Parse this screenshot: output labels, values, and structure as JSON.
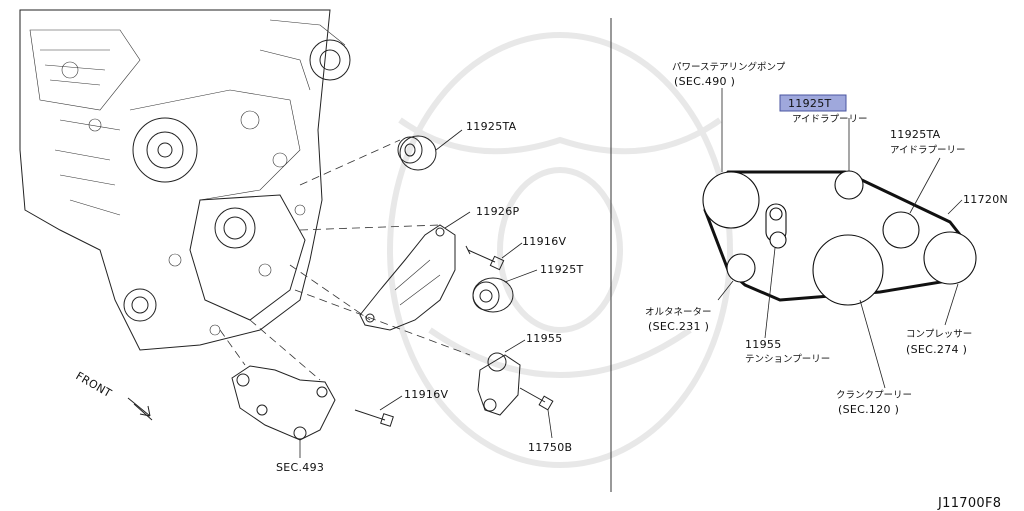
{
  "diagram_id": "J11700F8",
  "left_panel": {
    "labels": {
      "p11925TA": "11925TA",
      "p11926P": "11926P",
      "p11916V_top": "11916V",
      "p11925T": "11925T",
      "p11955": "11955",
      "p11916V_bottom": "11916V",
      "p11750B": "11750B",
      "sec493": "SEC.493",
      "front": "FRONT"
    }
  },
  "right_panel": {
    "power_steering": {
      "jp": "パワーステアリングポンプ",
      "sec": "(SEC.490 )"
    },
    "idler_highlight": {
      "part": "11925T",
      "jp": "アイドラプーリー",
      "color": "#9fa8dc"
    },
    "idler_ta": {
      "part": "11925TA",
      "jp": "アイドラプーリー"
    },
    "belt": {
      "part": "11720N"
    },
    "alternator": {
      "jp": "オルタネーター",
      "sec": "(SEC.231 )"
    },
    "tensioner": {
      "part": "11955",
      "jp": "テンションプーリー"
    },
    "compressor": {
      "jp": "コンプレッサー",
      "sec": "(SEC.274 )"
    },
    "crank": {
      "jp": "クランクプーリー",
      "sec": "(SEC.120 )"
    }
  }
}
